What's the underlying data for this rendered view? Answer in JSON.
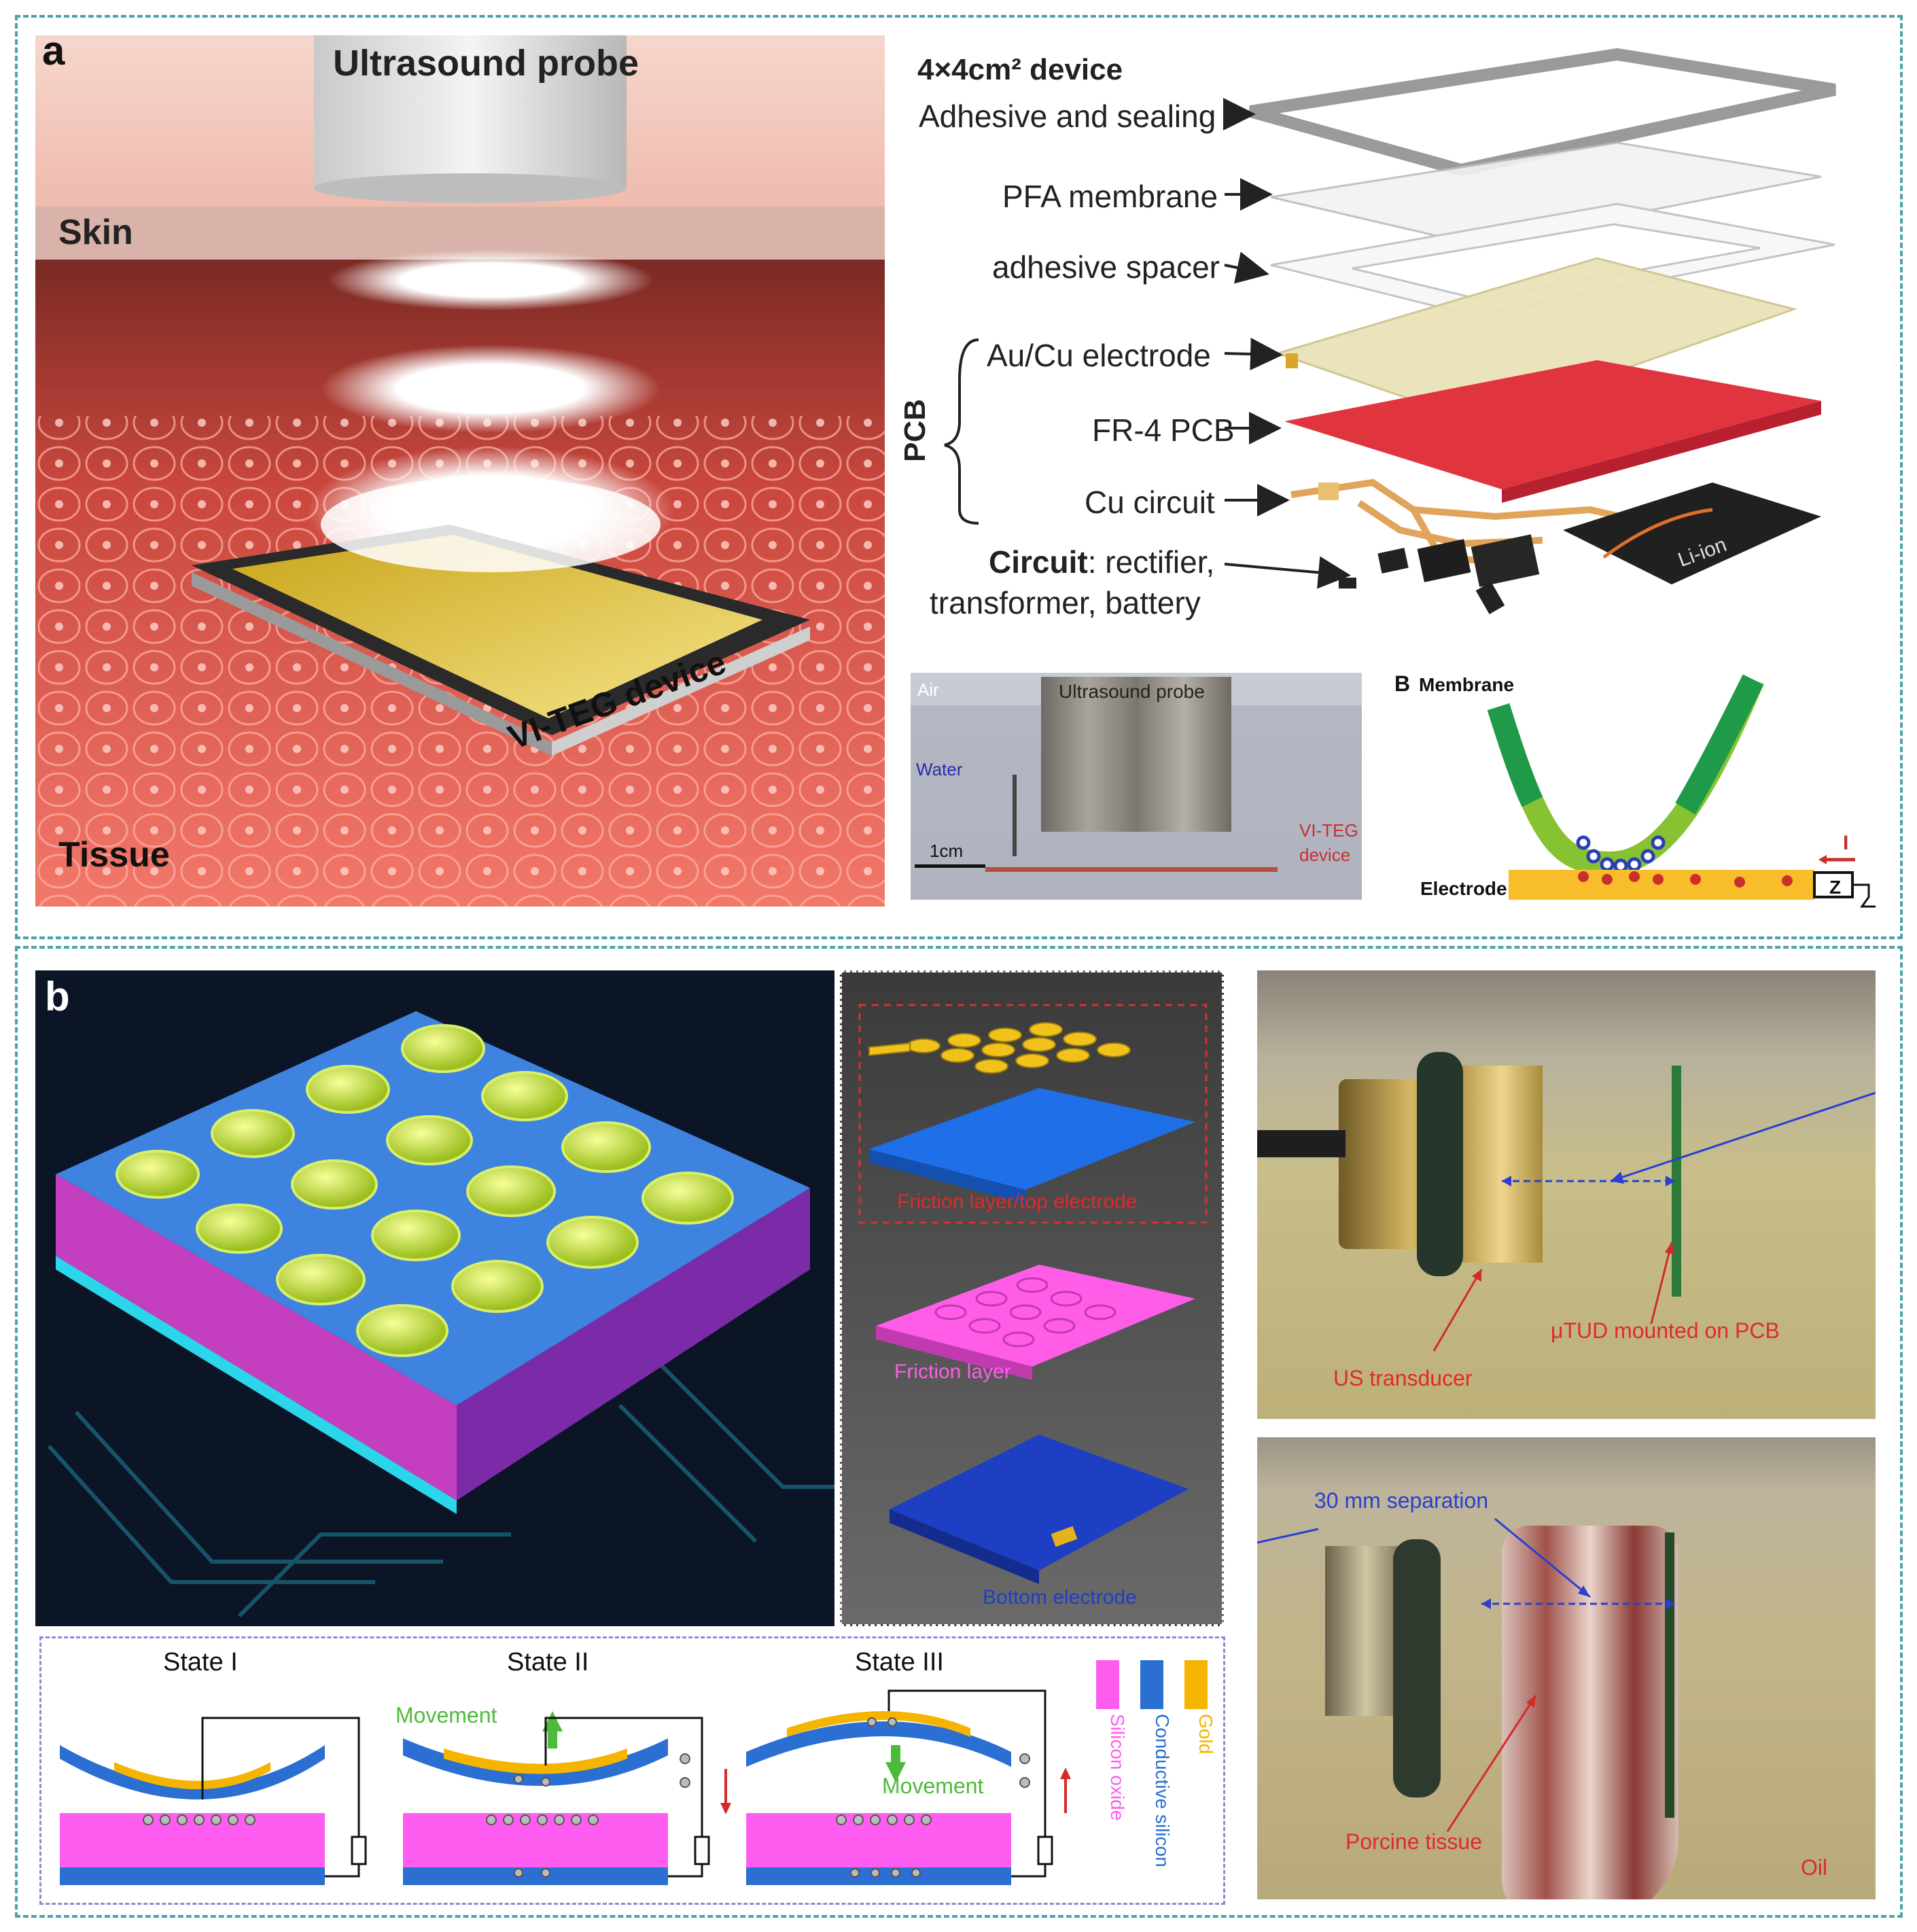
{
  "panel_a": {
    "letter": "a",
    "left_illustration": {
      "probe_label": "Ultrasound probe",
      "skin_label": "Skin",
      "tissue_label": "Tissue",
      "device_label": "VI-TEG device"
    },
    "exploded_view": {
      "title": "4×4cm² device",
      "layers": [
        {
          "label": "Adhesive and sealing"
        },
        {
          "label": "PFA membrane"
        },
        {
          "label": "adhesive spacer"
        },
        {
          "label": "Au/Cu electrode"
        },
        {
          "label": "FR-4 PCB"
        },
        {
          "label": "Cu circuit"
        }
      ],
      "pcb_group_label": "PCB",
      "circuit_label_bold": "Circuit",
      "circuit_label_rest": ": rectifier,",
      "circuit_label_line2": "transformer, battery",
      "battery_text": "Li-ion"
    },
    "photo": {
      "air": "Air",
      "probe": "Ultrasound probe",
      "water": "Water",
      "scale": "1cm",
      "device_line1": "VI-TEG",
      "device_line2": "device"
    },
    "schematic": {
      "letter": "B",
      "membrane": "Membrane",
      "electrode": "Electrode",
      "current": "I",
      "impedance": "Z"
    }
  },
  "panel_b": {
    "letter": "b",
    "exploded": {
      "top_label": "Friction layer/top electrode",
      "middle_label": "Friction layer",
      "bottom_label": "Bottom electrode"
    },
    "states": [
      {
        "title": "State I",
        "movement": ""
      },
      {
        "title": "State II",
        "movement": "Movement"
      },
      {
        "title": "State III",
        "movement": "Movement"
      }
    ],
    "legend": [
      {
        "label": "Silicon oxide",
        "color": "#ff5cf0"
      },
      {
        "label": "Conductive silicon",
        "color": "#2a6fd1"
      },
      {
        "label": "Gold",
        "color": "#f5b400"
      }
    ],
    "photo_top": {
      "transducer": "US transducer",
      "tud": "μTUD mounted on PCB"
    },
    "photo_bottom": {
      "separation": "30 mm separation",
      "tissue": "Porcine tissue",
      "oil": "Oil"
    }
  }
}
